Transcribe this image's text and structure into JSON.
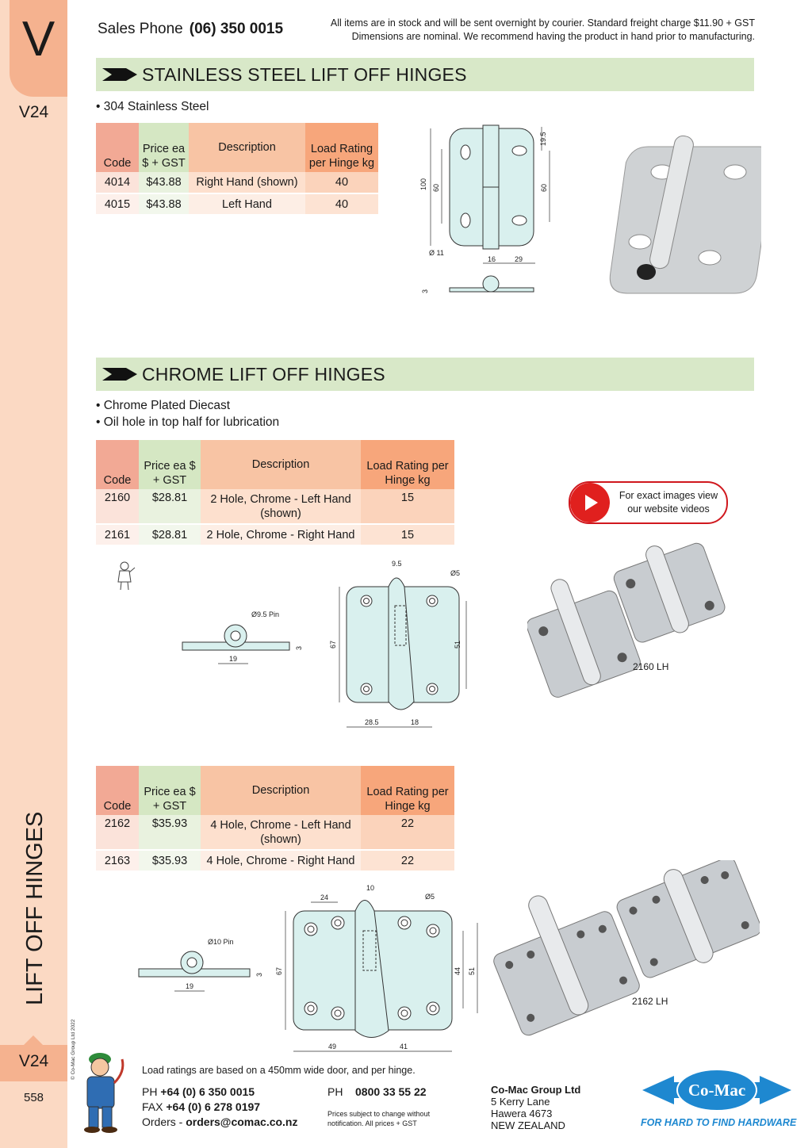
{
  "sidebar": {
    "letter": "V",
    "code_top": "V24",
    "vertical_title": "LIFT OFF HINGES",
    "copyright": "© Co-Mac Group Ltd 2022",
    "code_bottom": "V24",
    "page_number": "558"
  },
  "header": {
    "sales_label": "Sales Phone",
    "sales_number": "(06) 350 0015",
    "notice_line1": "All items are in stock and will be sent overnight by courier. Standard freight charge $11.90 + GST",
    "notice_line2": "Dimensions are nominal. We recommend having the product in hand prior to manufacturing."
  },
  "section1": {
    "title": "STAINLESS STEEL LIFT OFF HINGES",
    "bullets": [
      "• 304 Stainless Steel"
    ],
    "headers": {
      "code": "Code",
      "price": "Price ea $ + GST",
      "desc": "Description",
      "load": "Load Rating per Hinge kg"
    },
    "rows": [
      {
        "code": "4014",
        "price": "$43.88",
        "desc": "Right Hand (shown)",
        "load": "40"
      },
      {
        "code": "4015",
        "price": "$43.88",
        "desc": "Left Hand",
        "load": "40"
      }
    ],
    "dims": {
      "d100": "100",
      "d60a": "60",
      "d60b": "60",
      "d19_5": "19.5",
      "d11": "Ø 11",
      "d16": "16",
      "d29": "29",
      "d3": "3"
    }
  },
  "section2": {
    "title": "CHROME LIFT OFF HINGES",
    "bullets": [
      "• Chrome Plated Diecast",
      "• Oil hole in top half for lubrication"
    ],
    "headers": {
      "code": "Code",
      "price": "Price ea $ + GST",
      "desc": "Description",
      "load": "Load Rating per Hinge kg"
    },
    "rows": [
      {
        "code": "2160",
        "price": "$28.81",
        "desc": "2 Hole, Chrome - Left Hand (shown)",
        "load": "15"
      },
      {
        "code": "2161",
        "price": "$28.81",
        "desc": "2 Hole, Chrome - Right Hand",
        "load": "15"
      }
    ],
    "dims": {
      "pin": "Ø9.5 Pin",
      "d19": "19",
      "d3": "3",
      "d9_5": "9.5",
      "d5": "Ø5",
      "d67": "67",
      "d51": "51",
      "d28_5": "28.5",
      "d18": "18"
    },
    "photo_caption": "2160 LH"
  },
  "section3": {
    "headers": {
      "code": "Code",
      "price": "Price ea $ + GST",
      "desc": "Description",
      "load": "Load Rating per Hinge kg"
    },
    "rows": [
      {
        "code": "2162",
        "price": "$35.93",
        "desc": "4 Hole, Chrome - Left Hand (shown)",
        "load": "22"
      },
      {
        "code": "2163",
        "price": "$35.93",
        "desc": "4 Hole, Chrome - Right Hand",
        "load": "22"
      }
    ],
    "dims": {
      "pin": "Ø10 Pin",
      "d19": "19",
      "d3": "3",
      "d24": "24",
      "d10": "10",
      "d5": "Ø5",
      "d67": "67",
      "d44": "44",
      "d51": "51",
      "d49": "49",
      "d41": "41"
    },
    "photo_caption": "2162 LH"
  },
  "video": {
    "text": "For exact images view our website videos"
  },
  "footer": {
    "note": "Load ratings are based on a 450mm wide door, and per hinge.",
    "ph_label": "PH",
    "ph_number": "+64 (0) 6 350 0015",
    "fax_label": "FAX",
    "fax_number": "+64 (0) 6 278 0197",
    "orders_label": "Orders -",
    "orders_email": "orders@comac.co.nz",
    "ph2_label": "PH",
    "ph2_number": "0800 33 55 22",
    "prices_note1": "Prices subject to change without",
    "prices_note2": "notification. All prices + GST",
    "company": "Co-Mac Group Ltd",
    "addr1": "5 Kerry Lane",
    "addr2": "Hawera 4673",
    "addr3": "NEW ZEALAND",
    "logo_text": "Co-Mac",
    "tagline": "FOR HARD TO FIND HARDWARE"
  },
  "colors": {
    "tab": "#f5b28f",
    "sidebar": "#fbd9c3",
    "bar": "#d8e8c8",
    "brand_blue": "#1e88d0",
    "video_red": "#e0201e"
  }
}
